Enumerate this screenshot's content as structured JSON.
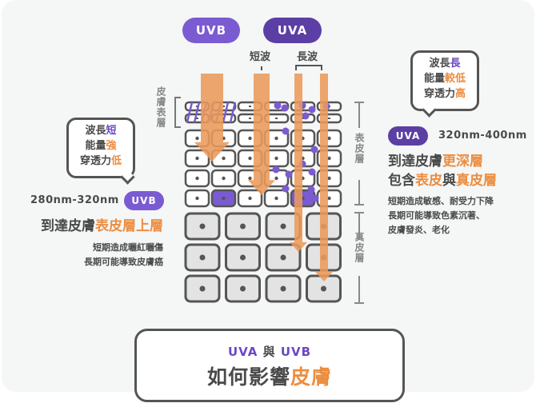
{
  "top_pills": {
    "uvb": "UVB",
    "uva": "UVA",
    "short_wave": "短波",
    "long_wave": "長波"
  },
  "side_labels": {
    "skin_surface": "皮膚表層",
    "epidermis": "表皮層",
    "dermis": "真皮層"
  },
  "uva_bubble": {
    "line1_prefix": "波長",
    "line1_hl": "長",
    "line2_prefix": "能量",
    "line2_hl": "較低",
    "line3_prefix": "穿透力",
    "line3_hl": "高"
  },
  "uvb_bubble": {
    "line1_prefix": "波長",
    "line1_hl": "短",
    "line2_prefix": "能量",
    "line2_hl": "強",
    "line3_prefix": "穿透力",
    "line3_hl": "低"
  },
  "uva_info": {
    "badge": "UVA",
    "range": "320nm-400nm",
    "head1_prefix": "到達皮膚",
    "head1_hl": "更深層",
    "head2_a": "包含",
    "head2_hl1": "表皮",
    "head2_b": "與",
    "head2_hl2": "真皮層",
    "detail1": "短期造成敏感、耐受力下降",
    "detail2": "長期可能導致色素沉著、",
    "detail3": "皮膚發炎、老化"
  },
  "uvb_info": {
    "badge": "UVB",
    "range": "280nm-320nm",
    "head_prefix": "到達皮膚",
    "head_hl": "表皮層上層",
    "detail1": "短期造成曬紅曬傷",
    "detail2": "長期可能導致皮膚癌"
  },
  "title": {
    "sub_uva": "UVA",
    "sub_and": "與",
    "sub_uvb": "UVB",
    "main_prefix": "如何影響",
    "main_hl": "皮膚"
  },
  "colors": {
    "uvb_purple": "#7b5bd1",
    "uva_purple": "#5c3fa5",
    "accent_orange": "#ec8d3f",
    "arrow_orange": "#eb9a5a",
    "text_dark": "#4a4a4a"
  }
}
